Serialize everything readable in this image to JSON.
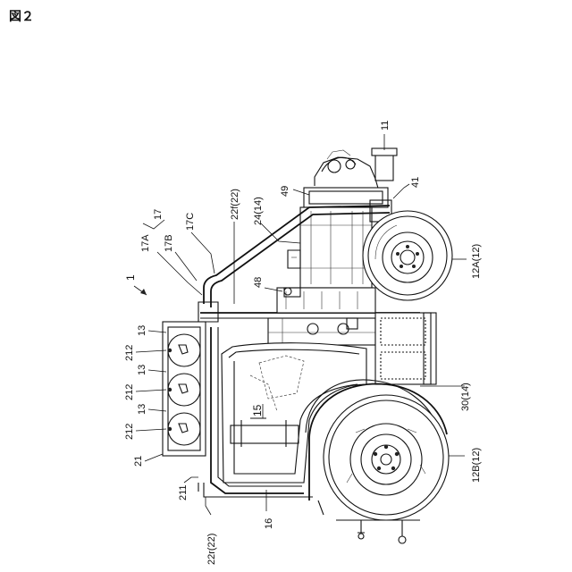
{
  "figure": {
    "title": "図２"
  },
  "labels": {
    "l1": "1",
    "l11": "11",
    "l41": "41",
    "l49": "49",
    "l24": "24(14)",
    "l22f": "22f(22)",
    "l17": "17",
    "l17a": "17A",
    "l17b": "17B",
    "l17c": "17C",
    "l48": "48",
    "l12a": "12A(12)",
    "l13a": "13",
    "l212a": "212",
    "l13b": "13",
    "l212b": "212",
    "l13c": "13",
    "l212c": "212",
    "l21": "21",
    "l211": "211",
    "l15": "15",
    "l16": "16",
    "l22r": "22r(22)",
    "l30": "30(14)",
    "l12b": "12B(12)"
  }
}
